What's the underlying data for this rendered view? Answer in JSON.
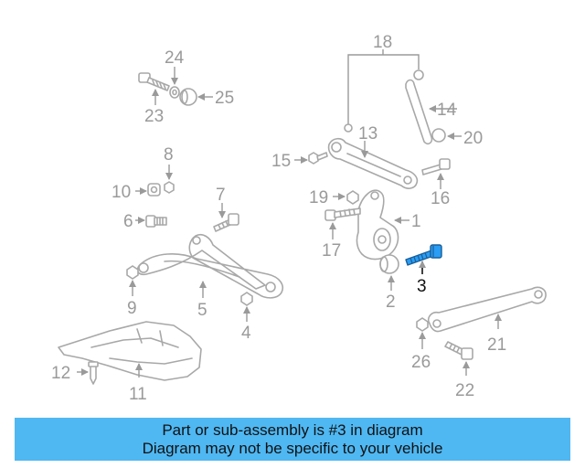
{
  "callouts": {
    "c1": "1",
    "c2": "2",
    "c3": "3",
    "c4": "4",
    "c5": "5",
    "c6": "6",
    "c7": "7",
    "c8": "8",
    "c9": "9",
    "c10": "10",
    "c11": "11",
    "c12": "12",
    "c13": "13",
    "c14": "14",
    "c15": "15",
    "c16": "16",
    "c17": "17",
    "c18": "18",
    "c19": "19",
    "c20": "20",
    "c21": "21",
    "c22": "22",
    "c23": "23",
    "c24": "24",
    "c25": "25",
    "c26": "26"
  },
  "highlighted_part": "3",
  "colors": {
    "highlight_part": "#2a9df4",
    "footer_bg": "#4fb8f3",
    "parts": "#a8a8a8"
  },
  "footer": {
    "line1": "Part or sub-assembly is #3 in diagram",
    "line2": "Diagram may not be specific to your vehicle"
  }
}
